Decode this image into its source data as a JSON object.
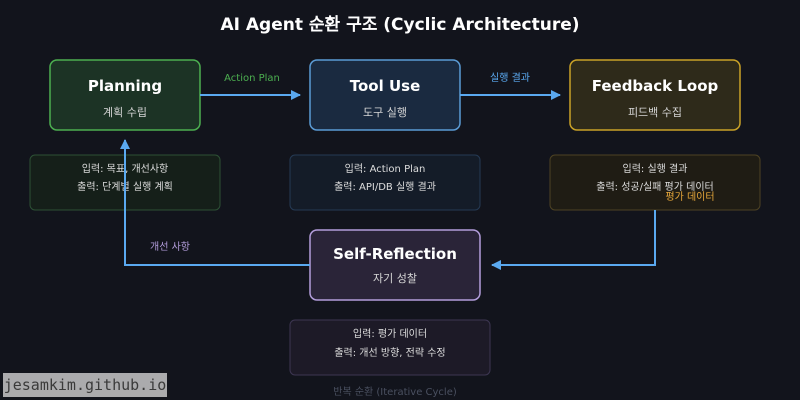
{
  "title": "AI Agent 순환 구조 (Cyclic Architecture)",
  "nodes": {
    "planning": {
      "title": "Planning",
      "subtitle": "계획 수립"
    },
    "tool_use": {
      "title": "Tool Use",
      "subtitle": "도구 실행"
    },
    "feedback": {
      "title": "Feedback Loop",
      "subtitle": "피드백 수집"
    },
    "reflection": {
      "title": "Self-Reflection",
      "subtitle": "자기 성찰"
    }
  },
  "io": {
    "planning": {
      "input": "입력: 목표, 개선사항",
      "output": "출력: 단계별 실행 계획"
    },
    "tool_use": {
      "input": "입력: Action Plan",
      "output": "출력: API/DB 실행 결과"
    },
    "feedback": {
      "input": "입력: 실행 결과",
      "output": "출력: 성공/실패 평가 데이터",
      "overflow": "평가 데이터"
    },
    "reflection": {
      "input": "입력: 평가 데이터",
      "output": "출력: 개선 방향, 전략 수정"
    }
  },
  "edges": {
    "planning_to_tool": "Action Plan",
    "tool_to_feedback": "실행 결과",
    "reflection_to_planning": "개선 사항"
  },
  "footer": "반복 순환 (Iterative Cycle)",
  "watermark": "jesamkim.github.io",
  "colors": {
    "background": "#12141c",
    "planning": "#4caf50",
    "tool_use": "#5b9bd5",
    "feedback": "#c9a227",
    "reflection": "#b39ddb",
    "arrow": "#5aa9f0"
  }
}
